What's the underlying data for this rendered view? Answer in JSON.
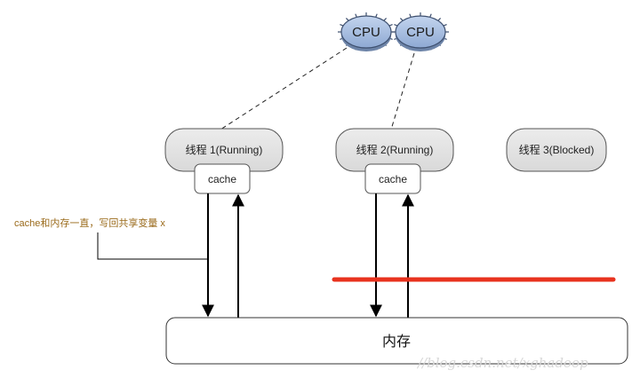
{
  "cpus": [
    {
      "label": "CPU"
    },
    {
      "label": "CPU"
    }
  ],
  "threads": [
    {
      "label": "线程 1(Running)",
      "has_cache": true
    },
    {
      "label": "线程 2(Running)",
      "has_cache": true
    },
    {
      "label": "线程 3(Blocked)",
      "has_cache": false
    }
  ],
  "cache_label": "cache",
  "memory_label": "内存",
  "note": "cache和内存一直，写回共享变量 x",
  "watermark": "//blog.csdn.net/xghadoop",
  "colors": {
    "cpu_fill": "#a9bfe0",
    "cpu_stroke": "#3d4f6e",
    "thread_fill": "#e4e4e4",
    "barrier_line": "#e8321e",
    "note_text": "#9a6a1a",
    "arrow": "#000000"
  }
}
